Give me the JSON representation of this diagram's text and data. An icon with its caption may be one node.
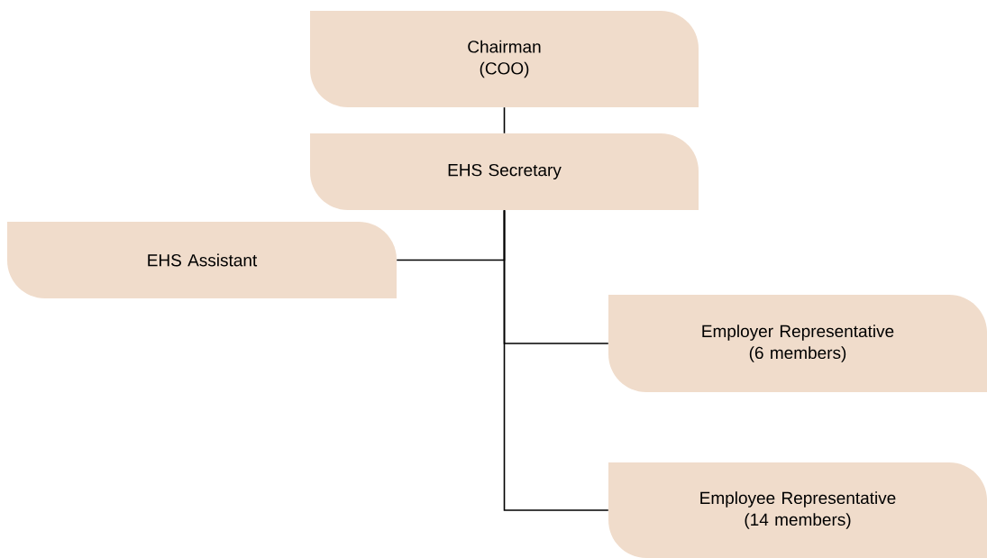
{
  "diagram": {
    "nodes": [
      {
        "text": [
          "Chairman (COO)"
        ]
      },
      {
        "text": [
          "EHS Secretary"
        ]
      },
      {
        "text": [
          "EHS Assistant"
        ]
      },
      {
        "text": [
          "Employer Representative (6 members)"
        ]
      },
      {
        "text": [
          "Employee Representative (14 members)"
        ]
      }
    ],
    "edges": [
      {
        "from": 0,
        "to": 1,
        "arrow": "none"
      },
      {
        "from": 1,
        "to": 2,
        "arrow": "none"
      },
      {
        "from": 1,
        "to": 3,
        "arrow": "none"
      },
      {
        "from": 1,
        "to": 4,
        "arrow": "none"
      }
    ]
  }
}
